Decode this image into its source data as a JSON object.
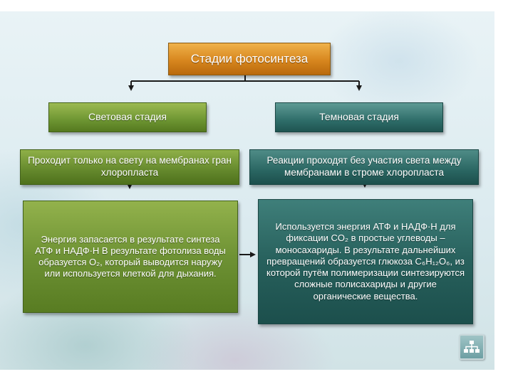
{
  "diagram": {
    "title": "Стадии фотосинтеза",
    "light": {
      "heading": "Световая стадия",
      "location": "Проходит только на свету на мембранах гран хлоропласта",
      "description": "Энергия запасается в результате синтеза АТФ и НАДФ·Н В результате фотолиза воды образуется O₂, который выводится наружу или используется клеткой для дыхания."
    },
    "dark": {
      "heading": "Темновая стадия",
      "location": "Реакции проходят без участия света между мембранами в строме хлоропласта",
      "description": "Используется энергия АТФ и НАДФ·Н для фиксации CO₂ в простые углеводы – моносахариды. В результате дальнейших превращений образуется глюкоза C₆H₁₂O₆, из которой путём полимеризации синтезируются сложные полисахариды и другие органические вещества."
    }
  },
  "nav": {
    "icon": "hierarchy-icon"
  }
}
